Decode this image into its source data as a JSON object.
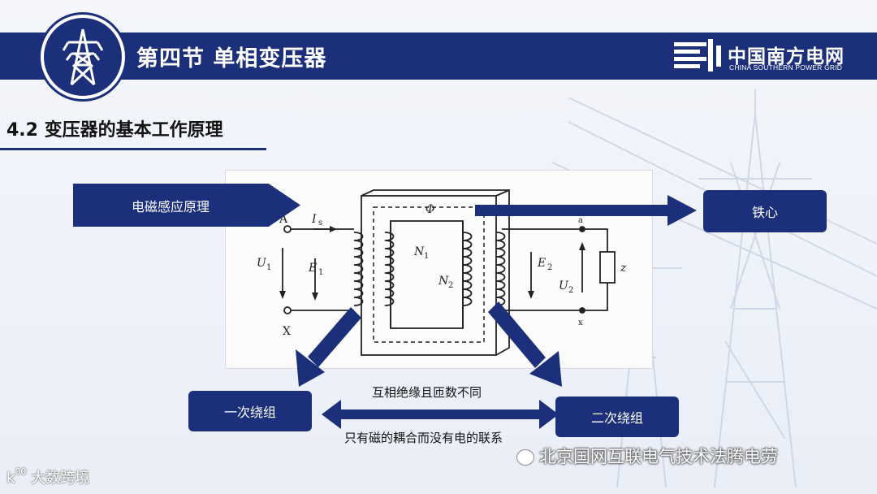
{
  "header": {
    "title": "第四节 单相变压器",
    "brand_cn": "中国南方电网",
    "brand_en": "CHINA SOUTHERN POWER GRID"
  },
  "section": {
    "title": "4.2 变压器的基本工作原理"
  },
  "callouts": {
    "em_principle": "电磁感应原理",
    "core": "铁心",
    "primary": "一次绕组",
    "secondary": "二次绕组"
  },
  "notes": {
    "insulated": "互相绝缘且匝数不同",
    "coupling": "只有磁的耦合而没有电的联系"
  },
  "diagram": {
    "terminal_A": "A",
    "terminal_X": "X",
    "terminal_a": "a",
    "terminal_x": "x",
    "current": "I",
    "current_sub": "s",
    "flux": "Φ",
    "n1": "N",
    "n1_sub": "1",
    "n2": "N",
    "n2_sub": "2",
    "u1": "U",
    "u1_sub": "1",
    "e1": "E",
    "e1_sub": "1",
    "e2": "E",
    "e2_sub": "2",
    "u2": "U",
    "u2_sub": "2",
    "load": "z"
  },
  "watermark": {
    "text": "北京国网互联电气技术法腾电劳",
    "footer": "大数跨境"
  },
  "colors": {
    "primary_navy": "#1c2f7a",
    "background": "#eef1f8"
  },
  "icons": [
    "transmission-tower-icon",
    "power-grid-logo-icon",
    "wechat-icon"
  ]
}
